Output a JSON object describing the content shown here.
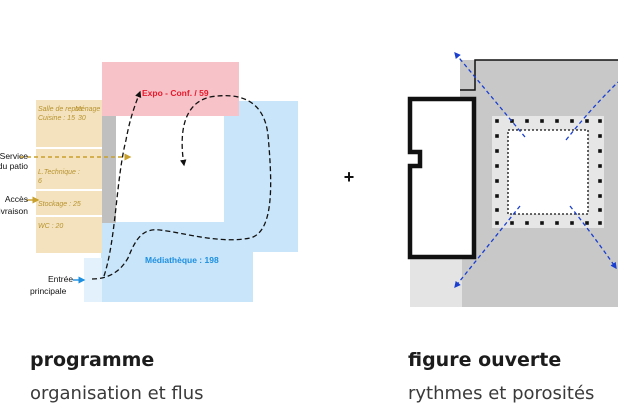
{
  "left_diagram": {
    "expo_label": "Expo - Conf. / 59",
    "mediatheque_label": "Médiathèque : 198",
    "service_rooms": {
      "salle": "Salle de repos",
      "menage": "Ménage",
      "cuisine": "Cuisine : 15",
      "cuisine_extra": "30",
      "ltechnique": "L.Technique :",
      "ltechnique_value": "6",
      "stockage": "Stockage : 25",
      "wc": "WC : 20"
    },
    "arrow_labels": {
      "service_line1": "Service",
      "service_line2": "du patio",
      "acces_line1": "Accès",
      "acces_line2": "livraison",
      "entree_line1": "Entrée",
      "entree_line2": "principale"
    }
  },
  "plus_sign": "+",
  "captions": {
    "left_title": "programme",
    "left_subtitle": "organisation et flus",
    "right_title": "figure ouverte",
    "right_subtitle": "rythmes et porosités"
  },
  "colors": {
    "expo_fill": "#f7c3c8",
    "expo_text": "#e8192c",
    "mediatheque_fill": "#c9e5fa",
    "mediatheque_text": "#1d8fe0",
    "service_fill": "#f3e2bd",
    "service_text": "#b8932f",
    "arrow_gold": "#c9a02c",
    "arrow_blue": "#1a3fd0",
    "building_gray": "#c8c8c8"
  }
}
